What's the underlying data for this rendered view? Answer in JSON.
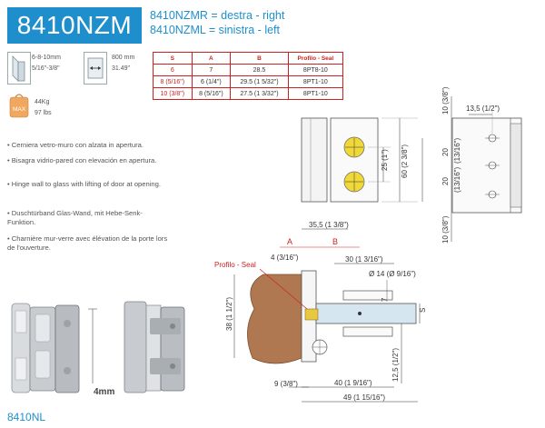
{
  "model": "8410NZM",
  "variants": [
    "8410NZMR = destra - right",
    "8410NZML = sinistra - left"
  ],
  "specs": {
    "glass_mm": "6-8-10mm",
    "glass_in": "5/16\"-3/8\"",
    "width_mm": "800 mm",
    "width_in": "31.49\"",
    "max_label": "MAX",
    "weight_kg": "44Kg",
    "weight_lbs": "97 lbs"
  },
  "table": {
    "headers": [
      "S",
      "A",
      "B",
      "Profilo - Seal"
    ],
    "rows": [
      [
        "6",
        "7",
        "28.5",
        "8PT8-10"
      ],
      [
        "8 (5/16\")",
        "6 (1/4\")",
        "29.5 (1 5/32\")",
        "8PT1-10"
      ],
      [
        "10 (3/8\")",
        "8 (5/16\")",
        "27.5 (1 3/32\")",
        "8PT1-10"
      ]
    ]
  },
  "descriptions": [
    "• Cerniera vetro-muro con alzata in apertura.",
    "• Bisagra vidrio-pared con elevación en apertura.",
    "• Hinge wall to glass with lifting of door at opening.",
    "• Duschtürband Glas-Wand, mit Hebe-Senk-Funktion.",
    "• Charnière mur-verre avec élévation de la porte lors de l'ouverture."
  ],
  "thickness_label": "4mm",
  "footer_code": "8410NL",
  "dimensions": {
    "top_gap": "10 (3/8\")",
    "right_offset": "13,5 (1/2\")",
    "hole_25": "25 (1\")",
    "height_60": "60 (2 3/8\")",
    "span_20a": "20",
    "span_20a_in": "(13/16\")",
    "span_20b": "20",
    "span_20b_in": "(13/16\")",
    "bottom_gap": "10 (3/8\")",
    "d_35_5": "35,5 (1 3/8\")",
    "label_a": "A",
    "label_b": "B",
    "d_4": "4 (3/16\")",
    "d_30": "30 (1 3/16\")",
    "profile_seal": "Profilo - Seal",
    "d_14": "Ø 14 (Ø 9/16\")",
    "d_7": "7",
    "d_s": "S",
    "d_38": "38 (1 1/2\")",
    "d_12_5": "12,5 (1/2\")",
    "d_9": "9 (3/8\")",
    "d_40": "40 (1 9/16\")",
    "d_49": "49 (1 15/16\")"
  },
  "colors": {
    "brand_blue": "#1e8fcc",
    "table_red": "#cc2222",
    "seal_red": "#cc2222",
    "hole_yellow": "#f0d838",
    "wall_brown": "#b07850",
    "weight_orange": "#f0a860"
  }
}
